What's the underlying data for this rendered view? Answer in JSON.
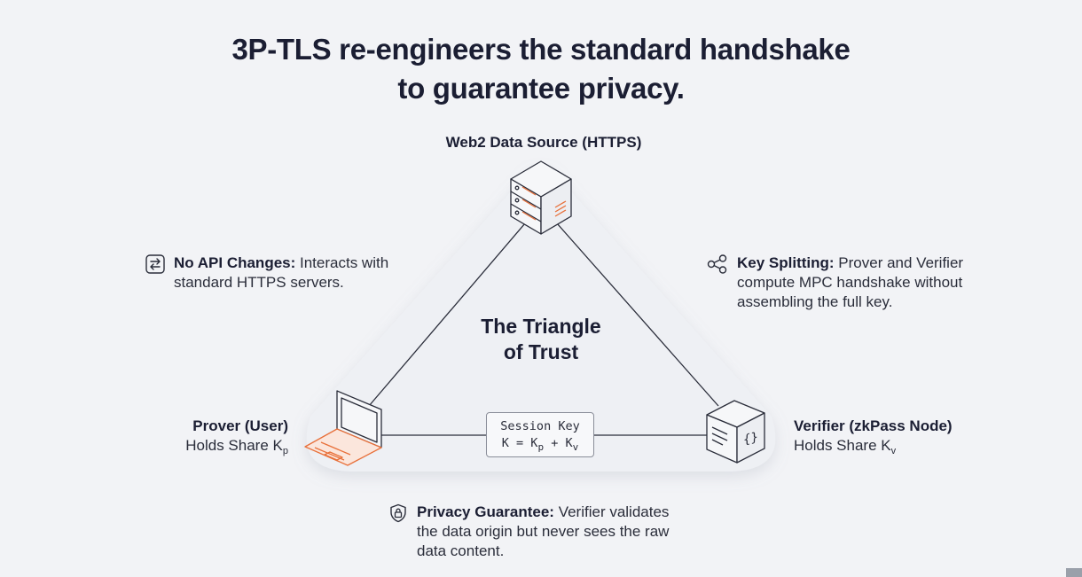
{
  "title": {
    "line1": "3P-TLS re-engineers the standard handshake",
    "line2": "to guarantee privacy."
  },
  "center": {
    "line1": "The Triangle",
    "line2": "of Trust"
  },
  "nodes": {
    "server": {
      "title": "Web2 Data Source (HTTPS)",
      "icon": "server-icon"
    },
    "prover": {
      "title": "Prover (User)",
      "subtitle_prefix": "Holds Share K",
      "subtitle_sub": "p",
      "icon": "laptop-icon"
    },
    "verifier": {
      "title": "Verifier (zkPass Node)",
      "subtitle_prefix": "Holds Share K",
      "subtitle_sub": "v",
      "icon": "code-cube-icon"
    }
  },
  "session_key": {
    "label": "Session Key",
    "formula_a": "K = K",
    "sub_p": "p",
    "formula_b": " + K",
    "sub_v": "v"
  },
  "features": {
    "no_api": {
      "title": "No API Changes:",
      "text1": " Interacts with",
      "text2": "standard HTTPS servers.",
      "icon": "swap-arrows-icon"
    },
    "key_splitting": {
      "title": "Key Splitting:",
      "text1": " Prover and Verifier",
      "text2": "compute MPC handshake without",
      "text3": "assembling the full key.",
      "icon": "share-icon"
    },
    "privacy": {
      "title": "Privacy Guarantee:",
      "text1": " Verifier validates",
      "text2": "the data origin but never sees the raw",
      "text3": "data content.",
      "icon": "shield-lock-icon"
    }
  },
  "colors": {
    "accent": "#e8703a",
    "ink": "#1b1e33",
    "line": "#2a2d3a",
    "background": "#f2f3f6"
  }
}
